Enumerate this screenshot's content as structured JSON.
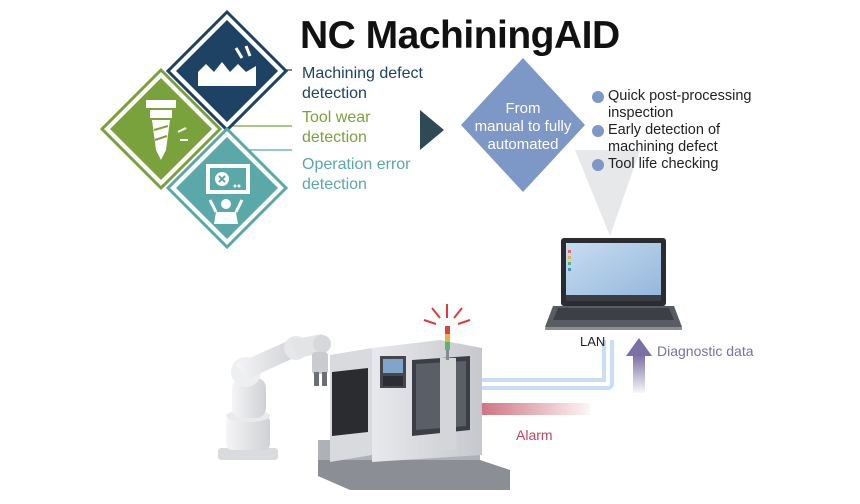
{
  "title": "NC MachiningAID",
  "features": [
    {
      "line1": "Machining defect",
      "line2": "detection",
      "color": "#1e4263"
    },
    {
      "line1": "Tool wear",
      "line2": "detection",
      "color": "#7aa23c"
    },
    {
      "line1": "Operation error",
      "line2": "detection",
      "color": "#5aa8a8"
    }
  ],
  "center_diamond": {
    "line1": "From",
    "line2": "manual to fully",
    "line3": "automated",
    "color": "#7d97c6"
  },
  "bullets": [
    {
      "line1": "Quick post-processing",
      "line2": "inspection"
    },
    {
      "line1": "Early detection of",
      "line2": "machining defect"
    },
    {
      "line1": "Tool life checking",
      "line2": ""
    }
  ],
  "labels": {
    "lan": "LAN",
    "diagnostic": "Diagnostic data",
    "alarm": "Alarm"
  },
  "colors": {
    "navy": "#1e4263",
    "green": "#7aa23c",
    "teal": "#5aa8a8",
    "steel": "#7d97c6",
    "alarm": "#c0475a",
    "diag": "#7b6fa3"
  }
}
